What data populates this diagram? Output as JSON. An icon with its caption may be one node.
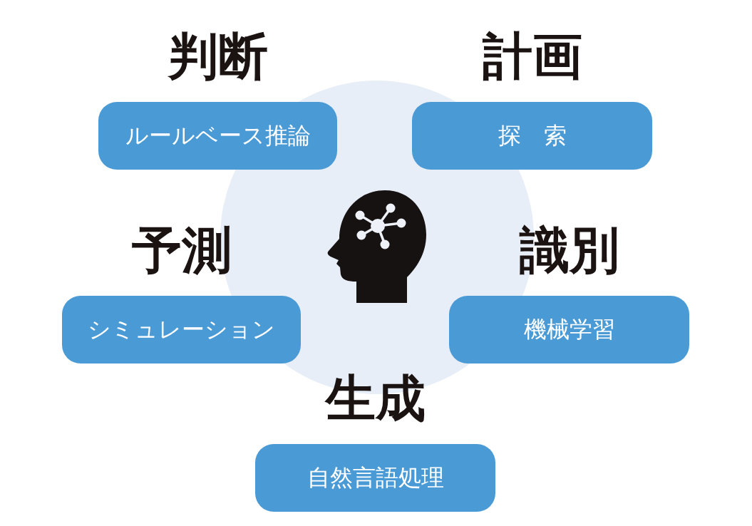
{
  "diagram": {
    "nodes": [
      {
        "text": [
          "判断",
          "ルールベース推論"
        ]
      },
      {
        "text": [
          "計画",
          "探　索"
        ]
      },
      {
        "text": [
          "予測",
          "シミュレーション"
        ]
      },
      {
        "text": [
          "識別",
          "機械学習"
        ]
      },
      {
        "text": [
          "生成",
          "自然言語処理"
        ]
      }
    ]
  }
}
